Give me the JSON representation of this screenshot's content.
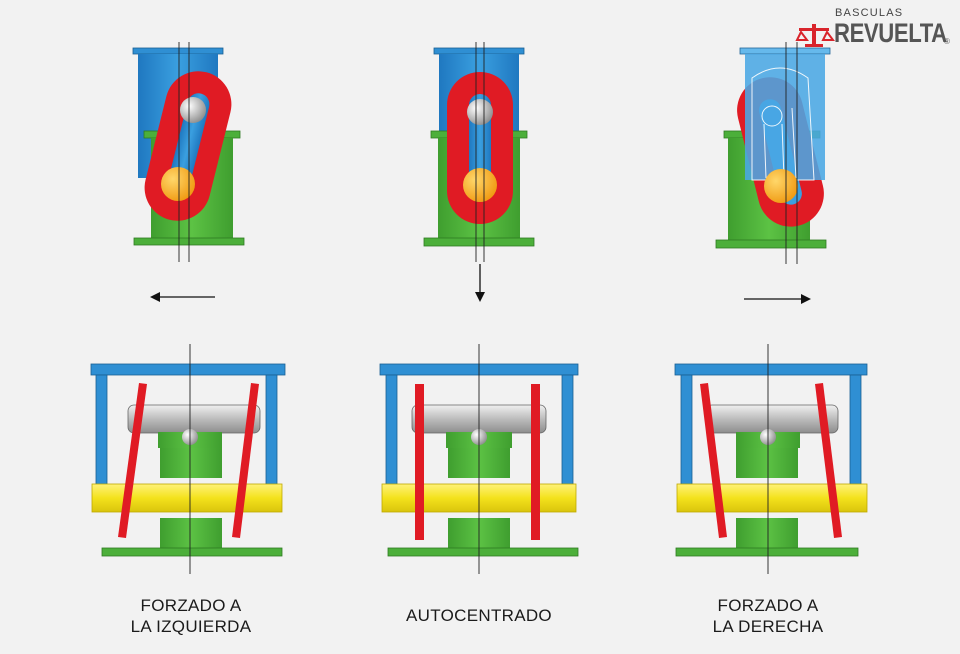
{
  "brand": {
    "line1": "BASCULAS",
    "line2": "REVUELTA",
    "registered_mark": "®",
    "logo_icon": "scale-icon",
    "logo_color": "#d9242b"
  },
  "panels": [
    {
      "id": "left",
      "caption_line1": "FORZADO A",
      "caption_line2": "LA IZQUIERDA",
      "direction": "left"
    },
    {
      "id": "center",
      "caption_line1": "AUTOCENTRADO",
      "caption_line2": "",
      "direction": "down"
    },
    {
      "id": "right",
      "caption_line1": "FORZADO A",
      "caption_line2": "LA DERECHA",
      "direction": "right"
    }
  ],
  "colors": {
    "background": "#f2f2f2",
    "blue": "#2f8fd3",
    "green": "#4caf3a",
    "red": "#e01b24",
    "yellow": "#f4e21c",
    "orange_ball": "#f5a623",
    "grey_ball": "#b8b8b8",
    "roller": "#c9c9c9"
  }
}
